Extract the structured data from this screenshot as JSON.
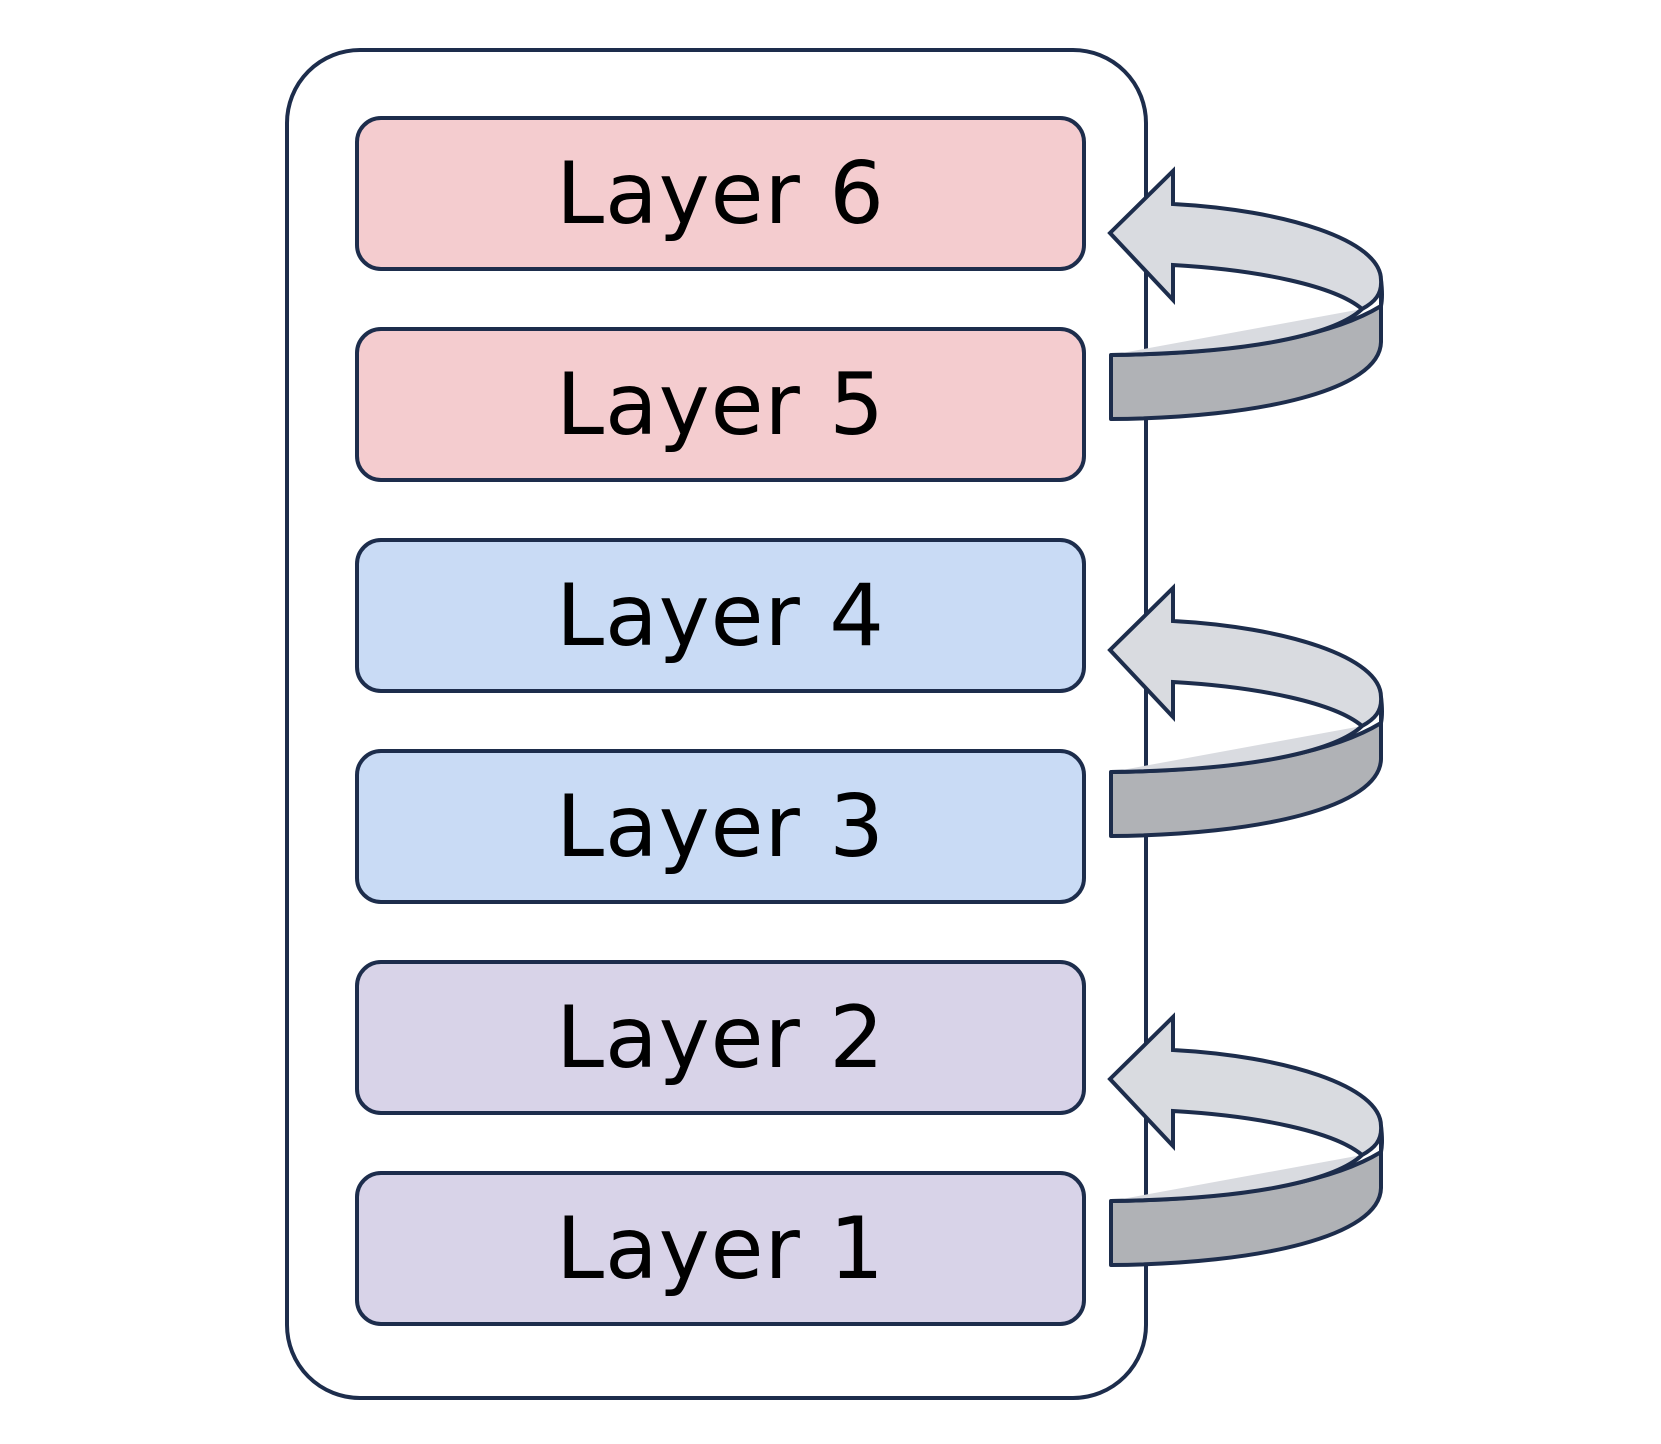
{
  "diagram": {
    "layers": [
      {
        "label": "Layer 6",
        "color": "#f4cccf"
      },
      {
        "label": "Layer 5",
        "color": "#f4cccf"
      },
      {
        "label": "Layer 4",
        "color": "#c9dbf5"
      },
      {
        "label": "Layer 3",
        "color": "#c9dbf5"
      },
      {
        "label": "Layer 2",
        "color": "#d8d3e8"
      },
      {
        "label": "Layer 1",
        "color": "#d8d3e8"
      }
    ],
    "colors": {
      "outline": "#1d2d4c",
      "arrow_top_face": "#d9dbe0",
      "arrow_side_face": "#b0b2b6"
    }
  }
}
